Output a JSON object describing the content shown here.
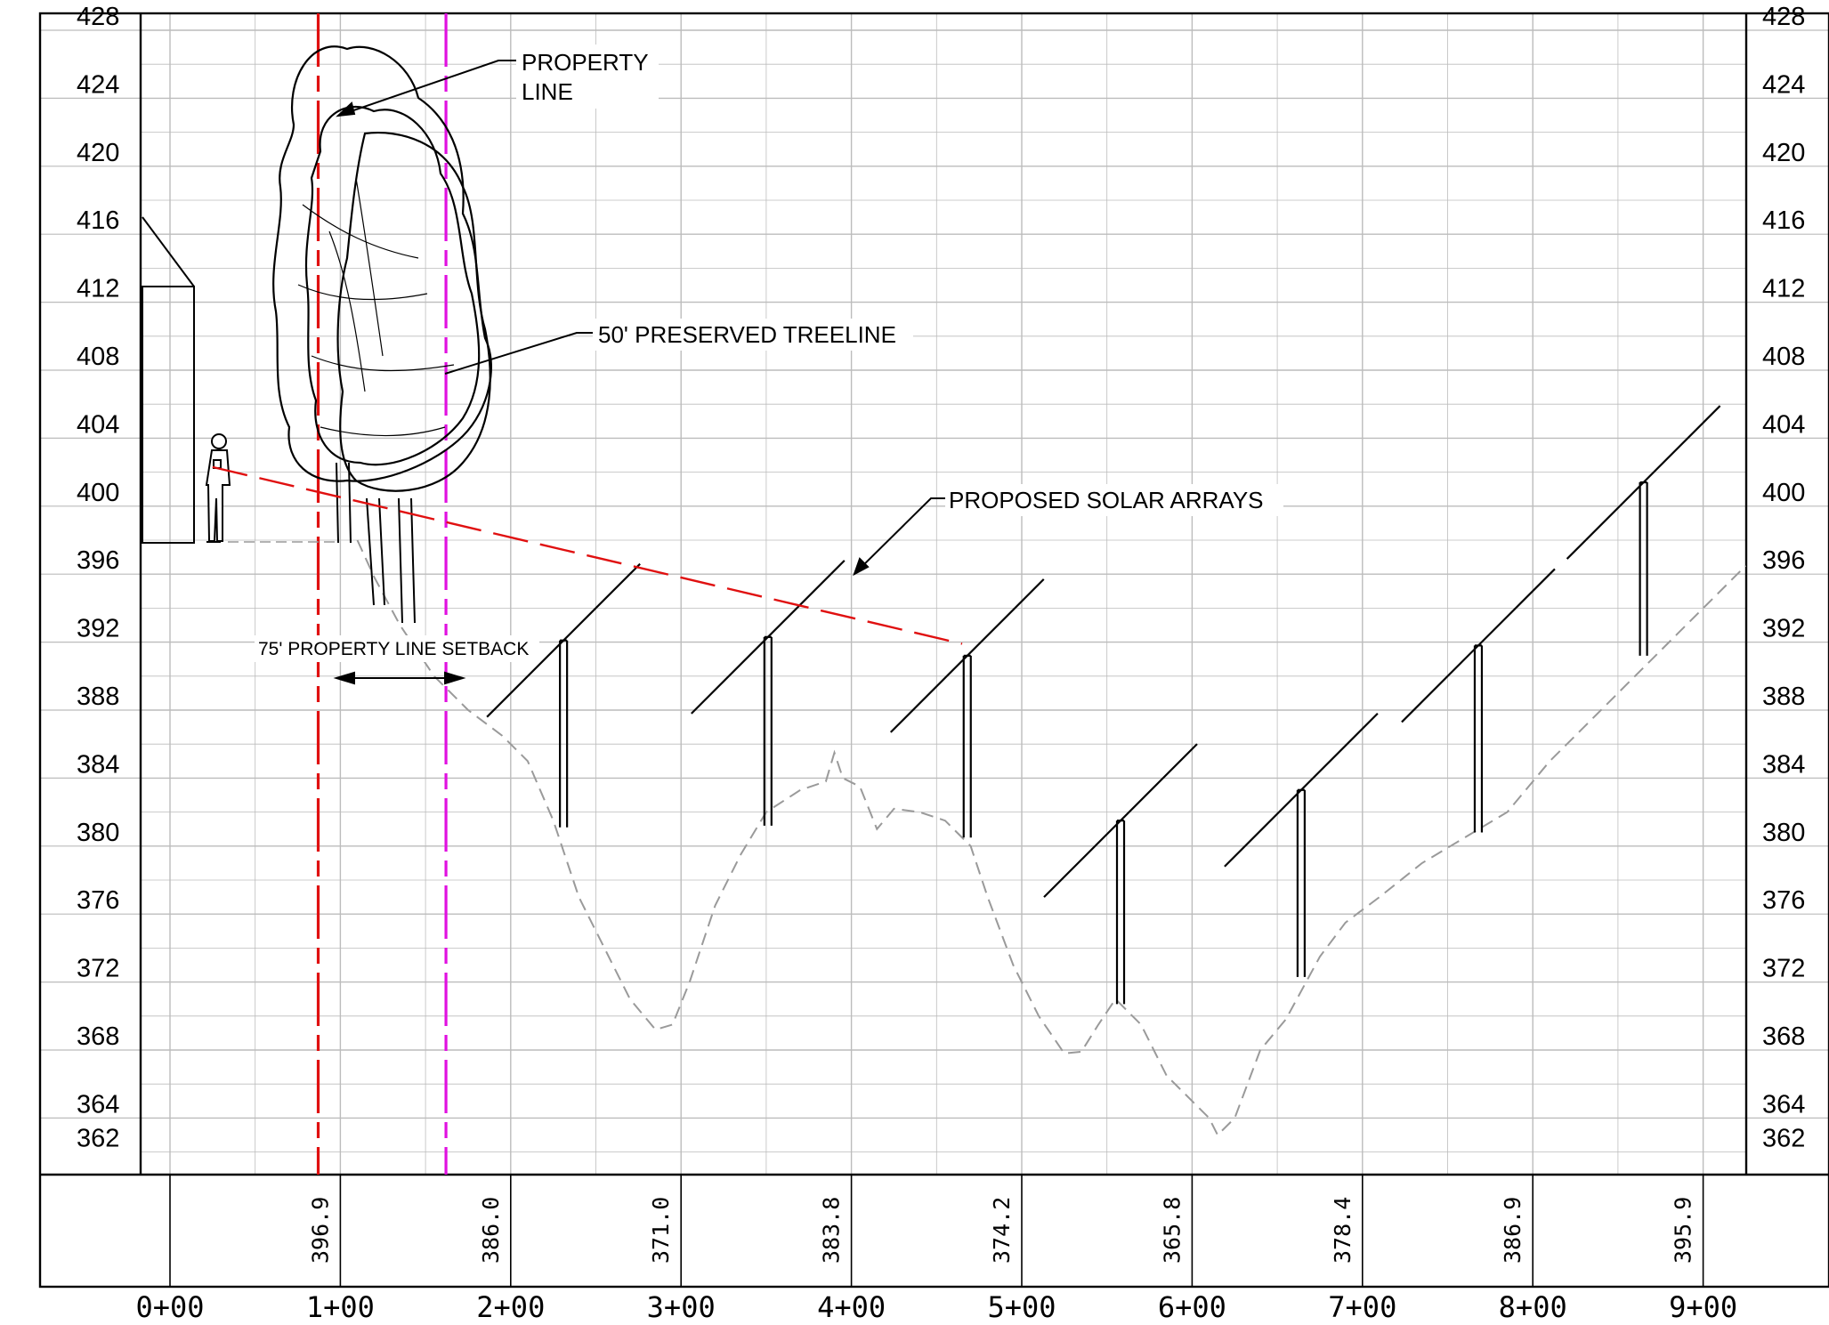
{
  "profile": {
    "elevation_labels": [
      "428",
      "424",
      "420",
      "416",
      "412",
      "408",
      "404",
      "400",
      "396",
      "392",
      "388",
      "384",
      "380",
      "376",
      "372",
      "368",
      "364",
      "362"
    ],
    "elevation_ticks": [
      428,
      424,
      420,
      416,
      412,
      408,
      404,
      400,
      396,
      392,
      388,
      384,
      380,
      376,
      372,
      368,
      364,
      362
    ],
    "station_labels": [
      "0+00",
      "1+00",
      "2+00",
      "3+00",
      "4+00",
      "5+00",
      "6+00",
      "7+00",
      "8+00",
      "9+00"
    ],
    "grade_elevations": [
      "396.9",
      "386.0",
      "371.0",
      "383.8",
      "374.2",
      "365.8",
      "378.4",
      "386.9",
      "395.9"
    ],
    "annotations": {
      "property_line": [
        "PROPERTY",
        "LINE"
      ],
      "treeline": "50' PRESERVED TREELINE",
      "solar_arrays": "PROPOSED SOLAR ARRAYS",
      "setback": "75' PROPERTY LINE SETBACK"
    },
    "ground_profile": [
      [
        1.1,
        398.0
      ],
      [
        1.2,
        395.8
      ],
      [
        1.35,
        393.0
      ],
      [
        1.55,
        390.0
      ],
      [
        1.75,
        388.0
      ],
      [
        1.95,
        386.5
      ],
      [
        2.1,
        385.0
      ],
      [
        2.25,
        381.5
      ],
      [
        2.4,
        377.0
      ],
      [
        2.55,
        374.0
      ],
      [
        2.7,
        371.0
      ],
      [
        2.85,
        369.2
      ],
      [
        2.95,
        369.5
      ],
      [
        3.05,
        372.0
      ],
      [
        3.2,
        376.5
      ],
      [
        3.35,
        379.5
      ],
      [
        3.5,
        382.0
      ],
      [
        3.7,
        383.3
      ],
      [
        3.85,
        383.8
      ],
      [
        3.9,
        385.5
      ],
      [
        3.95,
        384.0
      ],
      [
        4.05,
        383.5
      ],
      [
        4.15,
        381.0
      ],
      [
        4.25,
        382.2
      ],
      [
        4.4,
        382.0
      ],
      [
        4.55,
        381.5
      ],
      [
        4.7,
        380.0
      ],
      [
        4.8,
        377.0
      ],
      [
        4.95,
        373.0
      ],
      [
        5.1,
        370.0
      ],
      [
        5.25,
        367.8
      ],
      [
        5.35,
        367.9
      ],
      [
        5.45,
        369.5
      ],
      [
        5.55,
        371.0
      ],
      [
        5.7,
        369.5
      ],
      [
        5.85,
        366.5
      ],
      [
        6.0,
        365.0
      ],
      [
        6.1,
        364.0
      ],
      [
        6.15,
        363.0
      ],
      [
        6.25,
        364.0
      ],
      [
        6.4,
        368.0
      ],
      [
        6.55,
        369.8
      ],
      [
        6.75,
        373.5
      ],
      [
        6.9,
        375.5
      ],
      [
        7.1,
        377.0
      ],
      [
        7.35,
        379.0
      ],
      [
        7.6,
        380.5
      ],
      [
        7.85,
        382.0
      ],
      [
        8.1,
        385.0
      ],
      [
        8.35,
        387.5
      ],
      [
        8.6,
        390.0
      ],
      [
        8.85,
        392.5
      ],
      [
        9.05,
        394.5
      ],
      [
        9.25,
        396.5
      ]
    ],
    "solar_array_posts": [
      {
        "station": 2.31,
        "top": 392.1,
        "ground": 381.1
      },
      {
        "station": 3.51,
        "top": 392.3,
        "ground": 381.2
      },
      {
        "station": 4.68,
        "top": 391.2,
        "ground": 380.5
      },
      {
        "station": 5.58,
        "top": 381.5,
        "ground": 370.7
      },
      {
        "station": 6.64,
        "top": 383.3,
        "ground": 372.3
      },
      {
        "station": 7.68,
        "top": 391.8,
        "ground": 380.8
      },
      {
        "station": 8.65,
        "top": 401.4,
        "ground": 391.2
      }
    ],
    "sight_line": {
      "from": [
        0.25,
        402.3
      ],
      "to": [
        4.65,
        391.9
      ]
    },
    "property_line_station": 0.87,
    "setback_line_station": 1.62,
    "colors": {
      "grid": "#bcbcbc",
      "property_line": "#e01010",
      "setback_line": "#e010e0",
      "sight_line": "#e01010",
      "ground": "#9a9a9a",
      "ink": "#000000"
    }
  }
}
